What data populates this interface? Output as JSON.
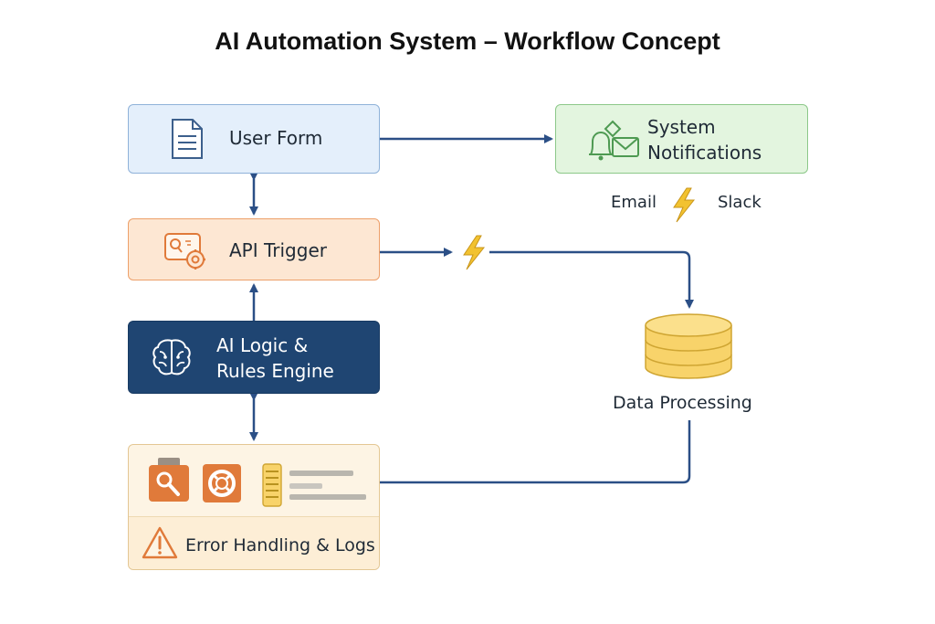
{
  "title": "AI Automation System – Workflow Concept",
  "nodes": {
    "user_form": "User Form",
    "api_trigger": "API Trigger",
    "ai_logic_line1": "AI Logic &",
    "ai_logic_line2": "Rules Engine",
    "error_handling": "Error Handling & Logs",
    "notifications_line1": "System",
    "notifications_line2": "Notifications",
    "data_processing": "Data Processing"
  },
  "channels": {
    "email": "Email",
    "slack": "Slack"
  },
  "colors": {
    "connector": "#2b4f86",
    "form_fill": "#e4effb",
    "api_fill": "#fde7d3",
    "ai_fill": "#1f4572",
    "error_fill": "#fdf4e4",
    "notify_fill": "#e3f5df",
    "database_fill": "#f8d36a",
    "lightning": "#f2c230",
    "accent_orange": "#e07a3a"
  },
  "icons": {
    "user_form": "document-icon",
    "api_trigger": "api-gear-icon",
    "ai_logic": "brain-icon",
    "notifications": "bell-envelope-icon",
    "data_processing": "database-icon",
    "error_handling": "warning-icon",
    "trigger": "lightning-icon"
  }
}
